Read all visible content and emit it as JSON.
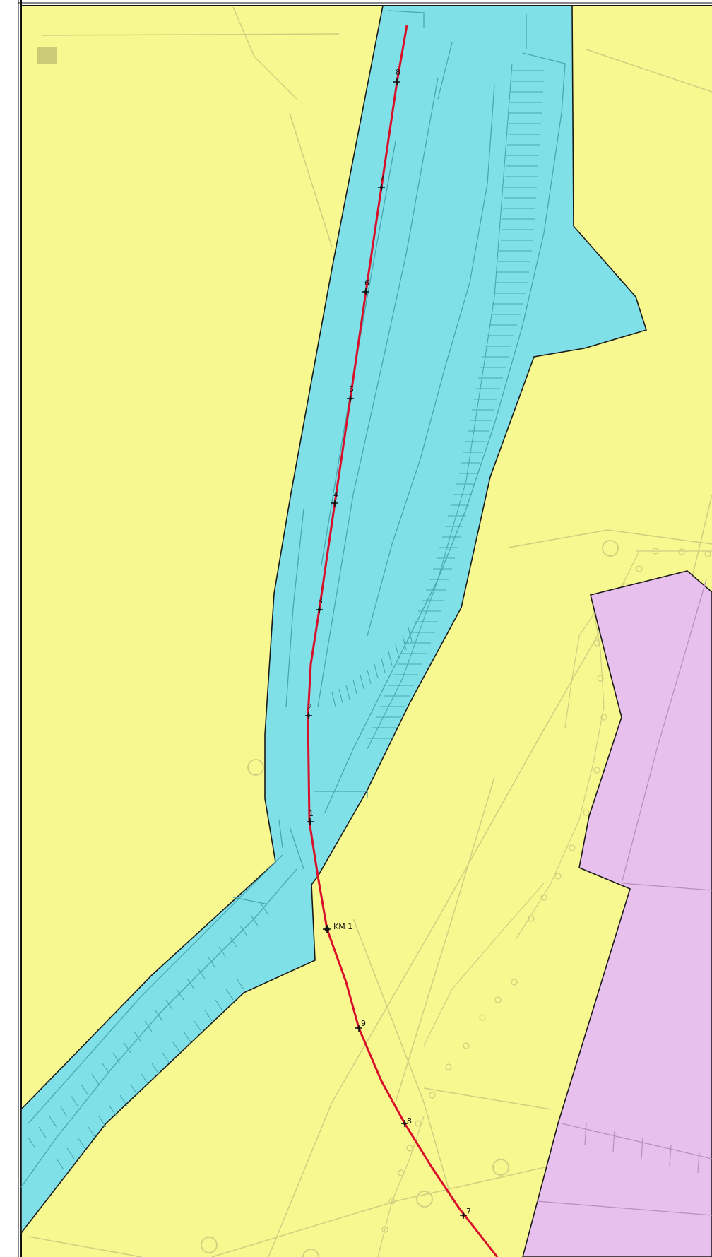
{
  "map": {
    "colors": {
      "background_zone": "#f8f890",
      "water_zone": "#80e0e8",
      "special_zone": "#e8c0ee",
      "route": "#d8102a",
      "zone_border": "#1a1a1a",
      "detail_line_light": "#cfcf80",
      "detail_line_water": "#4aa6ae",
      "detail_line_special": "#b98fbf",
      "legend_swatch": "#cccc77"
    },
    "route_markers": [
      {
        "label": "8"
      },
      {
        "label": "7"
      },
      {
        "label": "6"
      },
      {
        "label": "5"
      },
      {
        "label": "4"
      },
      {
        "label": "3"
      },
      {
        "label": "2"
      },
      {
        "label": "1"
      },
      {
        "label": "KM 1"
      },
      {
        "label": "9"
      },
      {
        "label": "8"
      },
      {
        "label": "7"
      }
    ]
  }
}
